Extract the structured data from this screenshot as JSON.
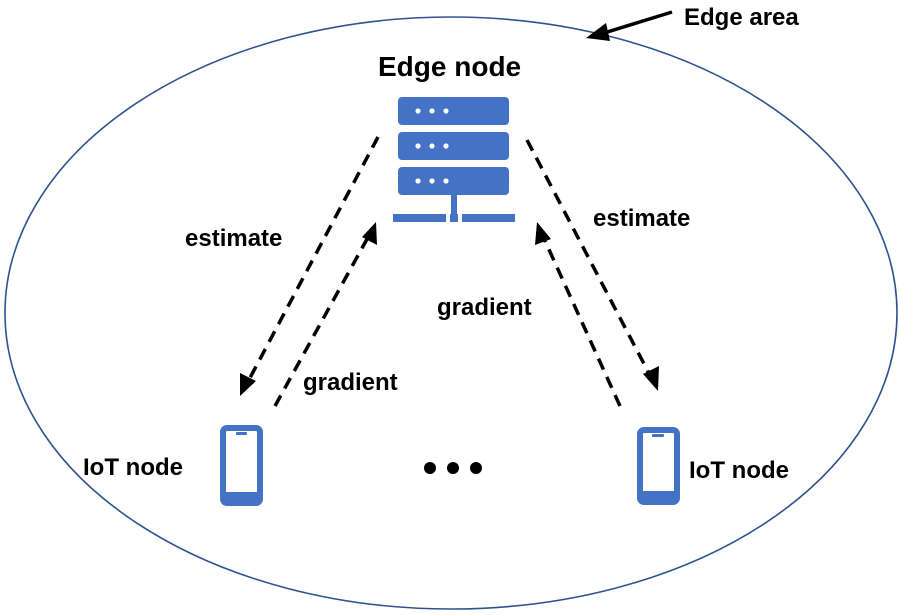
{
  "labels": {
    "edge_area": "Edge area",
    "edge_node": "Edge node",
    "estimate_left": "estimate",
    "estimate_right": "estimate",
    "gradient_middle": "gradient",
    "gradient_left": "gradient",
    "iot_node_left": "IoT node",
    "iot_node_right": "IoT node"
  },
  "icons": {
    "edge_node": "server-icon",
    "iot_devices": "smartphone-icon",
    "ellipsis": "ellipsis-icon"
  },
  "colors": {
    "icon_blue": "#4472c4",
    "ellipse_stroke": "#2f528f",
    "arrow": "#000000",
    "text": "#000000"
  }
}
